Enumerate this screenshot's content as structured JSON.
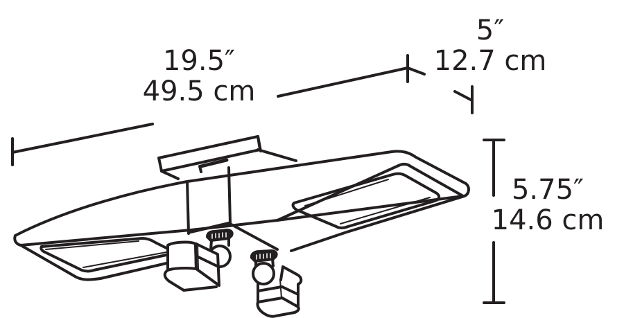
{
  "diagram": {
    "subject": "dual-head motion-sensor security light",
    "line_color": "#231f20",
    "background": "#ffffff"
  },
  "dimensions": {
    "length": {
      "imperial": "19.5″",
      "metric": "49.5 cm"
    },
    "depth": {
      "imperial": "5″",
      "metric": "12.7 cm"
    },
    "height": {
      "imperial": "5.75″",
      "metric": "14.6 cm"
    }
  }
}
